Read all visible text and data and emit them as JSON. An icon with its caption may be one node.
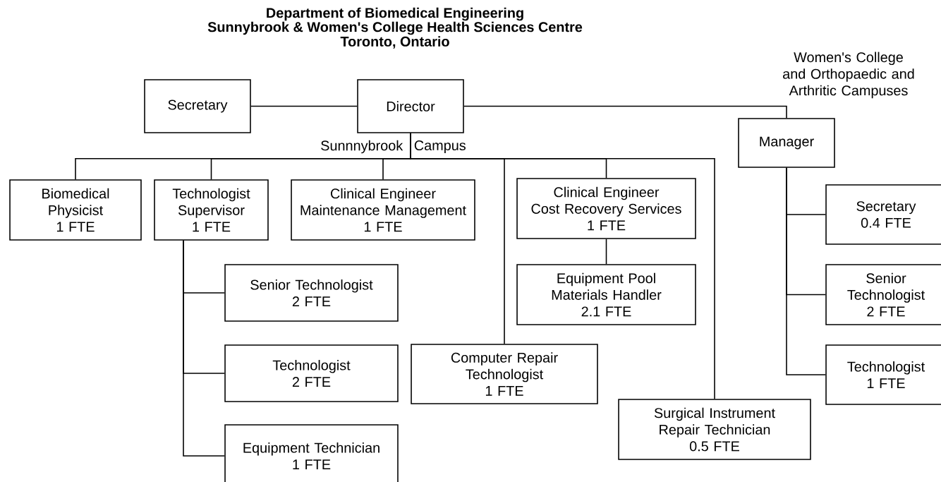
{
  "diagram": {
    "title": "Department of Biomedical Engineering",
    "nodes": [
      {
        "text": [
          "Secretary"
        ]
      },
      {
        "text": [
          "Director"
        ]
      },
      {
        "text": [
          "Manager"
        ],
        "beside": [
          "Women's College and Orthopaedic and Arthritic Campuses"
        ]
      },
      {
        "text": [
          "Biomedical Physicist",
          "1 FTE"
        ]
      },
      {
        "text": [
          "Technologist Supervisor",
          "1 FTE"
        ]
      },
      {
        "text": [
          "Clinical Engineer",
          "Maintenance Management",
          "1 FTE"
        ]
      },
      {
        "text": [
          "Clinical Engineer",
          "Cost Recovery Services",
          "1 FTE"
        ]
      },
      {
        "text": [
          "Secretary",
          "0.4 FTE"
        ]
      },
      {
        "text": [
          "Senior Technologist",
          "2 FTE"
        ]
      },
      {
        "text": [
          "Equipment Pool Materials Handler",
          "2.1 FTE"
        ]
      },
      {
        "text": [
          "Senior Technologist",
          "2 FTE"
        ]
      },
      {
        "text": [
          "Technologist",
          "2 FTE"
        ]
      },
      {
        "text": [
          "Computer Repair Technologist",
          "1 FTE"
        ]
      },
      {
        "text": [
          "Technologist",
          "1 FTE"
        ]
      },
      {
        "text": [
          "Surgical Instrument Repair Technician",
          "0.5 FTE"
        ]
      },
      {
        "text": [
          "Equipment Technician",
          "1 FTE"
        ]
      }
    ],
    "edges": [
      {
        "from": 0,
        "to": 1,
        "arrow": "none"
      },
      {
        "from": 1,
        "to": 2,
        "arrow": "none"
      },
      {
        "from": 1,
        "to": 3,
        "arrow": "none"
      },
      {
        "from": 1,
        "to": 4,
        "arrow": "none"
      },
      {
        "from": 1,
        "to": 5,
        "arrow": "none"
      },
      {
        "from": 1,
        "to": 12,
        "arrow": "none"
      },
      {
        "from": 1,
        "to": 6,
        "arrow": "none"
      },
      {
        "from": 1,
        "to": 14,
        "arrow": "none"
      },
      {
        "from": 6,
        "to": 9,
        "arrow": "none"
      },
      {
        "from": 4,
        "to": 8,
        "arrow": "none"
      },
      {
        "from": 4,
        "to": 11,
        "arrow": "none"
      },
      {
        "from": 4,
        "to": 15,
        "arrow": "none"
      },
      {
        "from": 2,
        "to": 7,
        "arrow": "none"
      },
      {
        "from": 2,
        "to": 10,
        "arrow": "none"
      },
      {
        "from": 2,
        "to": 13,
        "arrow": "none"
      }
    ],
    "labels": [
      "Sunnybrook & Women's College Health Sciences Centre",
      "Toronto, Ontario",
      "Sunnnybrook",
      "Campus"
    ]
  }
}
